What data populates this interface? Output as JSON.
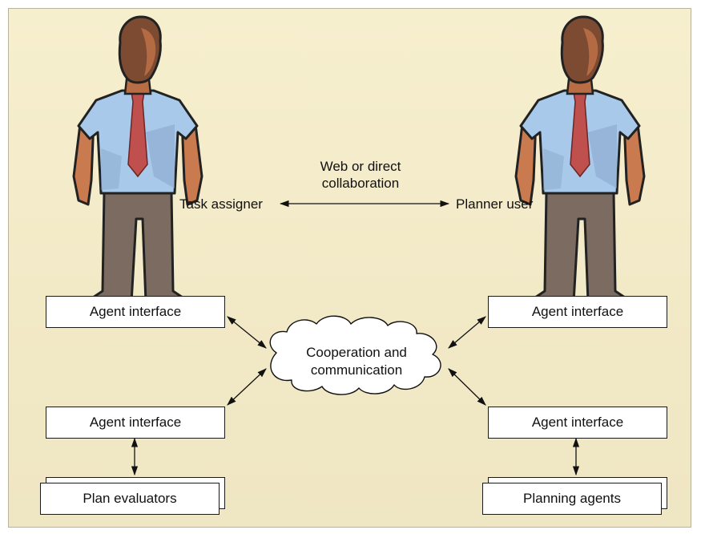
{
  "people": [
    {
      "role": "Task assigner",
      "name": "person-task-assigner"
    },
    {
      "role": "Planner user",
      "name": "person-planner-user"
    }
  ],
  "collaboration": {
    "line1": "Web or direct",
    "line2": "collaboration"
  },
  "cloud": {
    "line1": "Cooperation and",
    "line2": "communication"
  },
  "boxes": {
    "top_left": "Agent interface",
    "top_right": "Agent interface",
    "mid_left": "Agent interface",
    "mid_right": "Agent interface",
    "bottom_left": "Plan evaluators",
    "bottom_right": "Planning agents"
  },
  "colors": {
    "background": "#f4ecca",
    "shirt": "#a8c8ea",
    "skin": "#c97a4f",
    "tie": "#c0504d",
    "pants": "#7a6a5e",
    "outline": "#222222"
  }
}
